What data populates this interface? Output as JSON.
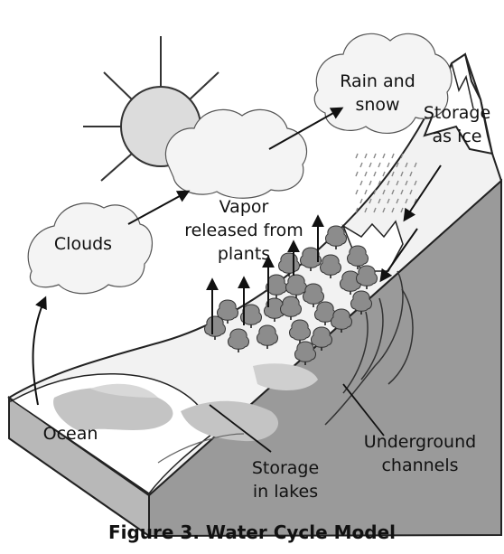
{
  "labels": {
    "clouds": "Clouds",
    "rain_line1": "Rain and",
    "rain_line2": "snow",
    "ice_line1": "Storage",
    "ice_line2": "as ice",
    "vapor_line1": "Vapor",
    "vapor_line2": "released from",
    "vapor_line3": "plants",
    "ocean": "Ocean",
    "channels_line1": "Underground",
    "channels_line2": "channels",
    "lakes_line1": "Storage",
    "lakes_line2": "in lakes"
  },
  "caption": "Figure 3. Water Cycle Model",
  "colors": {
    "sun": "#dcdcdc",
    "cloud": "#f4f4f4",
    "land_top": "#f2f2f2",
    "land_side": "#9a9a9a",
    "water": "#c4c4c4",
    "trees": "#8c8c8c",
    "outline": "#222222"
  }
}
